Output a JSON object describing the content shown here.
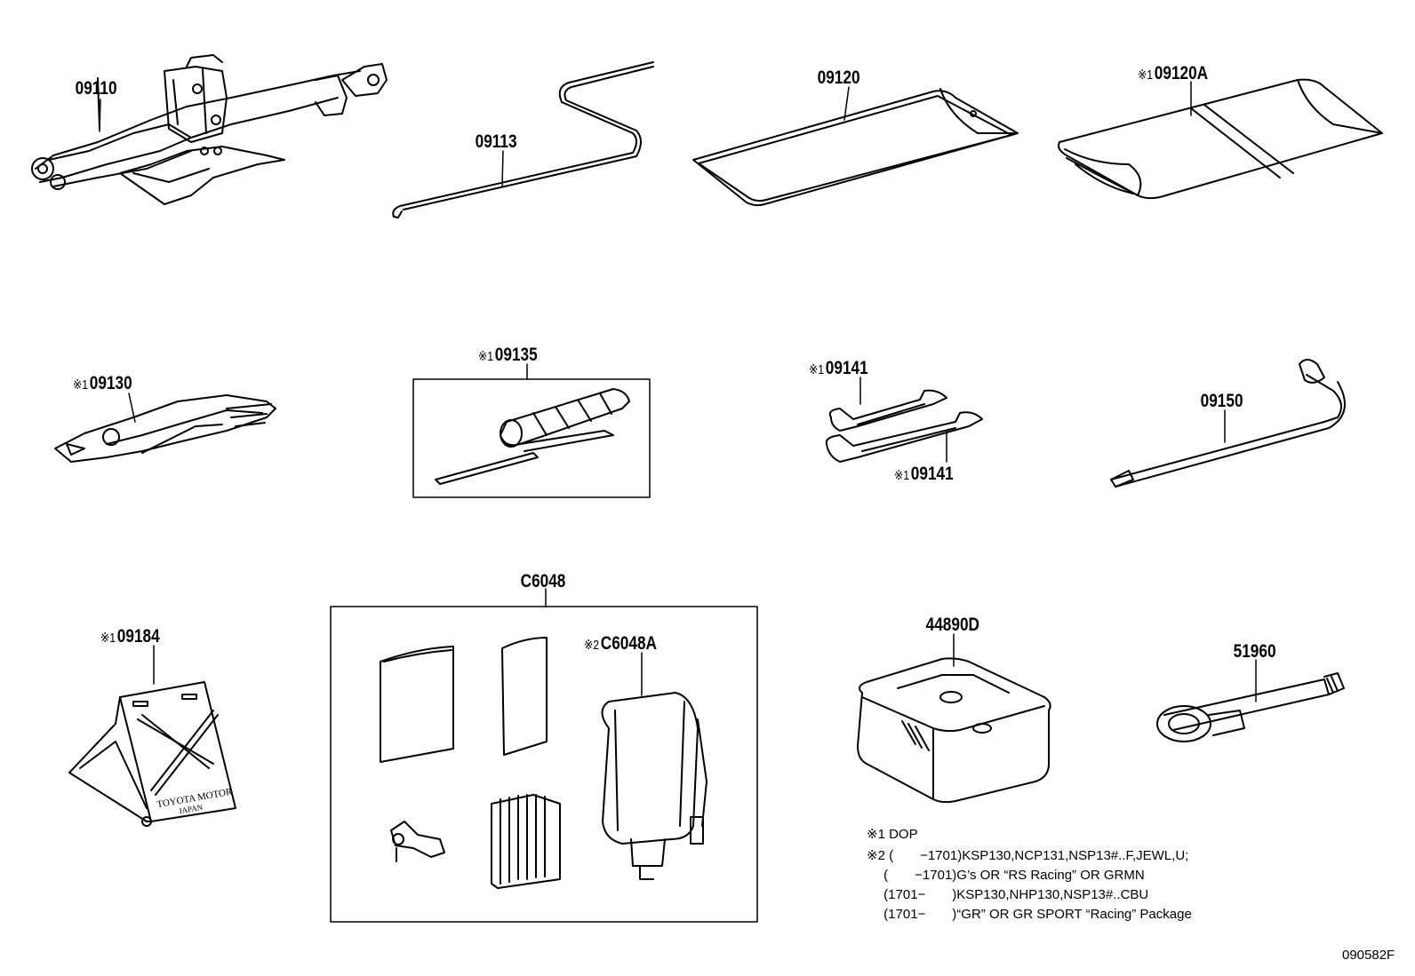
{
  "parts": [
    {
      "number": "09110",
      "marker": ""
    },
    {
      "number": "09113",
      "marker": ""
    },
    {
      "number": "09120",
      "marker": ""
    },
    {
      "number": "09120A",
      "marker": "※1"
    },
    {
      "number": "09130",
      "marker": "※1"
    },
    {
      "number": "09135",
      "marker": "※1"
    },
    {
      "number": "09141",
      "marker": "※1"
    },
    {
      "number": "09141",
      "marker": "※1"
    },
    {
      "number": "09150",
      "marker": ""
    },
    {
      "number": "C6048",
      "marker": ""
    },
    {
      "number": "C6048A",
      "marker": "※2"
    },
    {
      "number": "09184",
      "marker": "※1"
    },
    {
      "number": "44890D",
      "marker": ""
    },
    {
      "number": "51960",
      "marker": ""
    }
  ],
  "card_text": {
    "line1": "TOYOTA MOTOR",
    "line2": "JAPAN"
  },
  "notes": [
    "※1 DOP",
    "※2 (　　−1701)KSP130,NCP131,NSP13#..F,JEWL,U;",
    "　 (　　−1701)G’s OR “RS Racing” OR GRMN",
    "　 (1701−　　)KSP130,NHP130,NSP13#..CBU",
    "　 (1701−　　)“GR” OR GR SPORT “Racing” Package"
  ],
  "diagram_code": "090582F"
}
